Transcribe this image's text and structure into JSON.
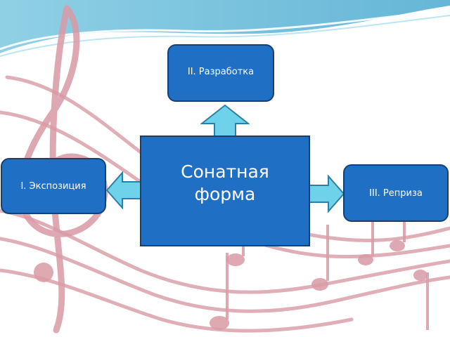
{
  "diagram": {
    "center_label": "Сонатная\nформа",
    "nodes": {
      "top": "II. Разработка",
      "left": "I. Экспозиция",
      "right": "III. Реприза"
    }
  },
  "colors": {
    "box_fill": "#1f6fc5",
    "box_border": "#17406f",
    "arrow_fill": "#6ed2ea",
    "arrow_stroke": "#2e7fa5",
    "swoosh": "#5ab8d8",
    "notes": "#d99aa5"
  }
}
